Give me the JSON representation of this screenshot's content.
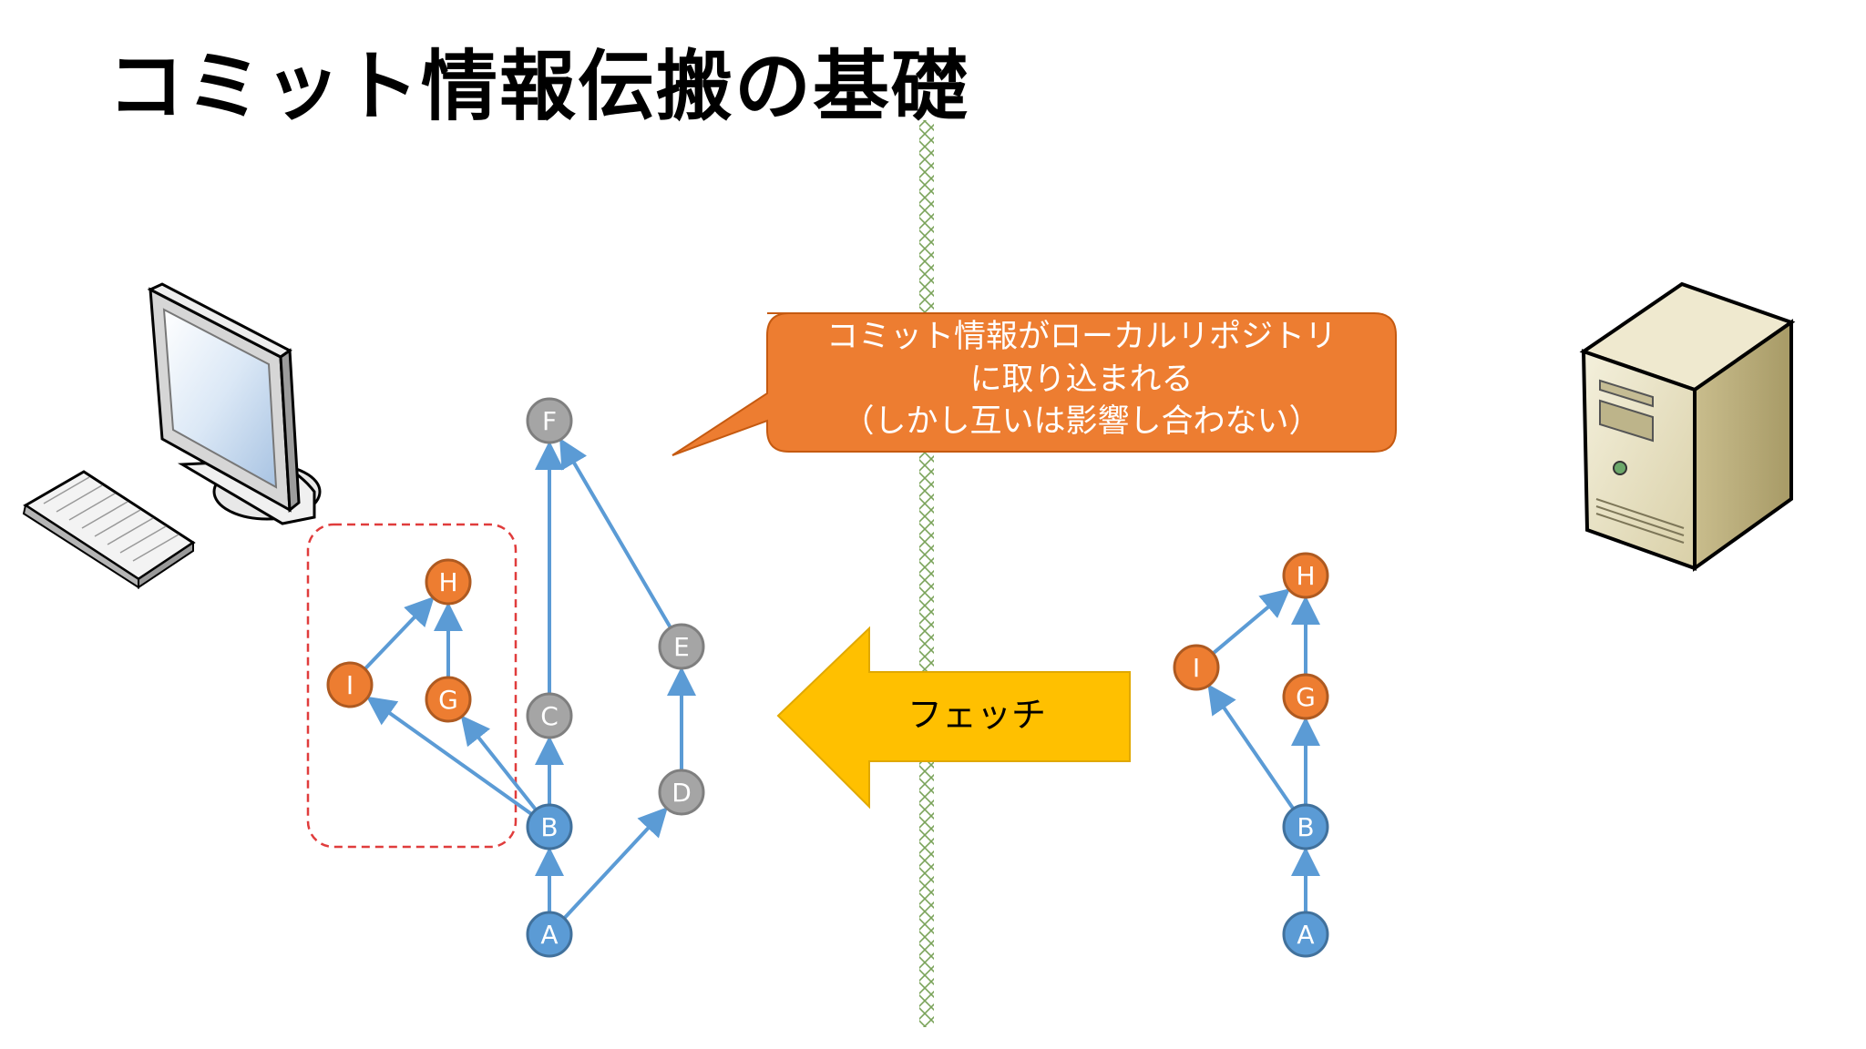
{
  "title": "コミット情報伝搬の基礎",
  "callout": {
    "lines": [
      "コミット情報がローカルリポジトリ",
      "に取り込まれる",
      "（しかし互いは影響し合わない）"
    ]
  },
  "fetch_label": "フェッチ",
  "colors": {
    "commit_blue": "#5b9bd5",
    "commit_gray": "#a5a5a5",
    "commit_orange": "#ed7d31",
    "callout_fill": "#ed7d31",
    "arrow_fill": "#ffc000",
    "edge": "#5b9bd5",
    "dashed_box": "#e03c3c"
  },
  "local_repo": {
    "commits": [
      {
        "id": "A",
        "color": "blue"
      },
      {
        "id": "B",
        "color": "blue"
      },
      {
        "id": "C",
        "color": "gray"
      },
      {
        "id": "D",
        "color": "gray"
      },
      {
        "id": "E",
        "color": "gray"
      },
      {
        "id": "F",
        "color": "gray"
      },
      {
        "id": "G",
        "color": "orange"
      },
      {
        "id": "H",
        "color": "orange"
      },
      {
        "id": "I",
        "color": "orange"
      }
    ],
    "edges": [
      [
        "A",
        "B"
      ],
      [
        "A",
        "D"
      ],
      [
        "B",
        "C"
      ],
      [
        "C",
        "F"
      ],
      [
        "D",
        "E"
      ],
      [
        "E",
        "F"
      ],
      [
        "B",
        "I"
      ],
      [
        "B",
        "G"
      ],
      [
        "I",
        "H"
      ],
      [
        "G",
        "H"
      ]
    ]
  },
  "remote_repo": {
    "commits": [
      {
        "id": "A",
        "color": "blue"
      },
      {
        "id": "B",
        "color": "blue"
      },
      {
        "id": "G",
        "color": "orange"
      },
      {
        "id": "H",
        "color": "orange"
      },
      {
        "id": "I",
        "color": "orange"
      }
    ],
    "edges": [
      [
        "A",
        "B"
      ],
      [
        "B",
        "G"
      ],
      [
        "B",
        "I"
      ],
      [
        "G",
        "H"
      ],
      [
        "I",
        "H"
      ]
    ]
  },
  "icons": {
    "local": "desktop-computer-icon",
    "remote": "server-tower-icon"
  }
}
